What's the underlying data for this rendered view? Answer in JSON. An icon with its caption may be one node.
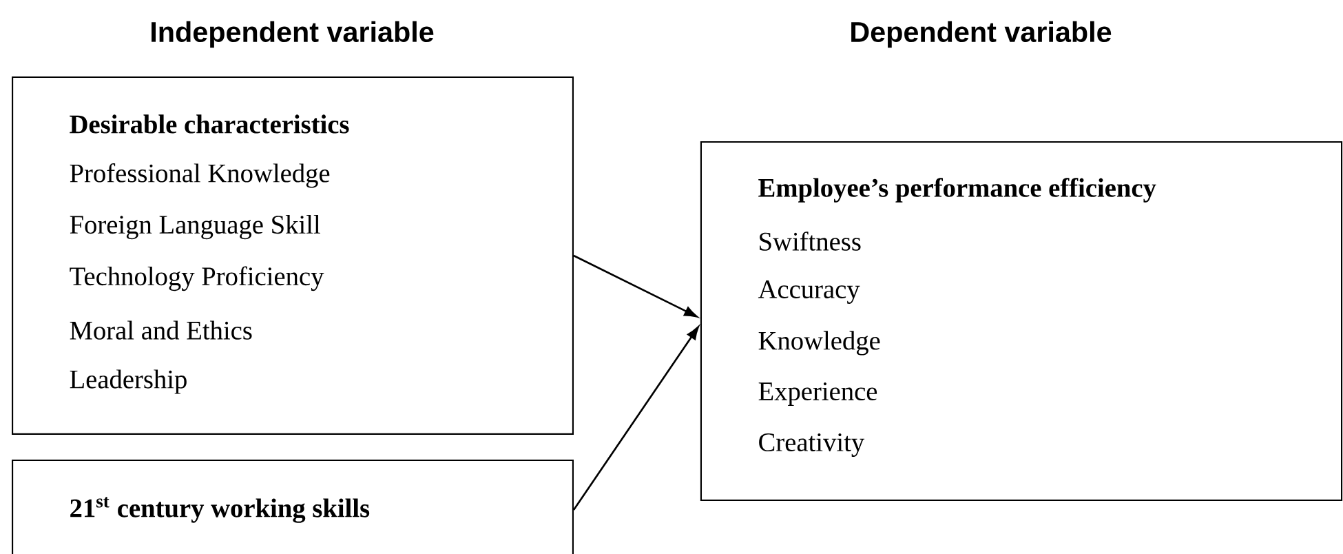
{
  "diagram": {
    "nodes": [
      {
        "text": [
          "Desirable characteristics",
          "Professional Knowledge",
          "Foreign Language Skill",
          "Technology Proficiency",
          "Moral and Ethics",
          "Leadership"
        ]
      },
      {
        "text": [
          "21$^{st}$ century working skills"
        ]
      },
      {
        "text": [
          "Employee’s performance efficiency",
          "Swiftness",
          "Accuracy",
          "Knowledge",
          "Experience",
          "Creativity"
        ]
      }
    ],
    "edges": [
      {
        "from": 0,
        "to": 2,
        "arrow": "to"
      },
      {
        "from": 1,
        "to": 2,
        "arrow": "to"
      }
    ],
    "labels": [
      "Independent variable",
      "Dependent variable"
    ]
  }
}
